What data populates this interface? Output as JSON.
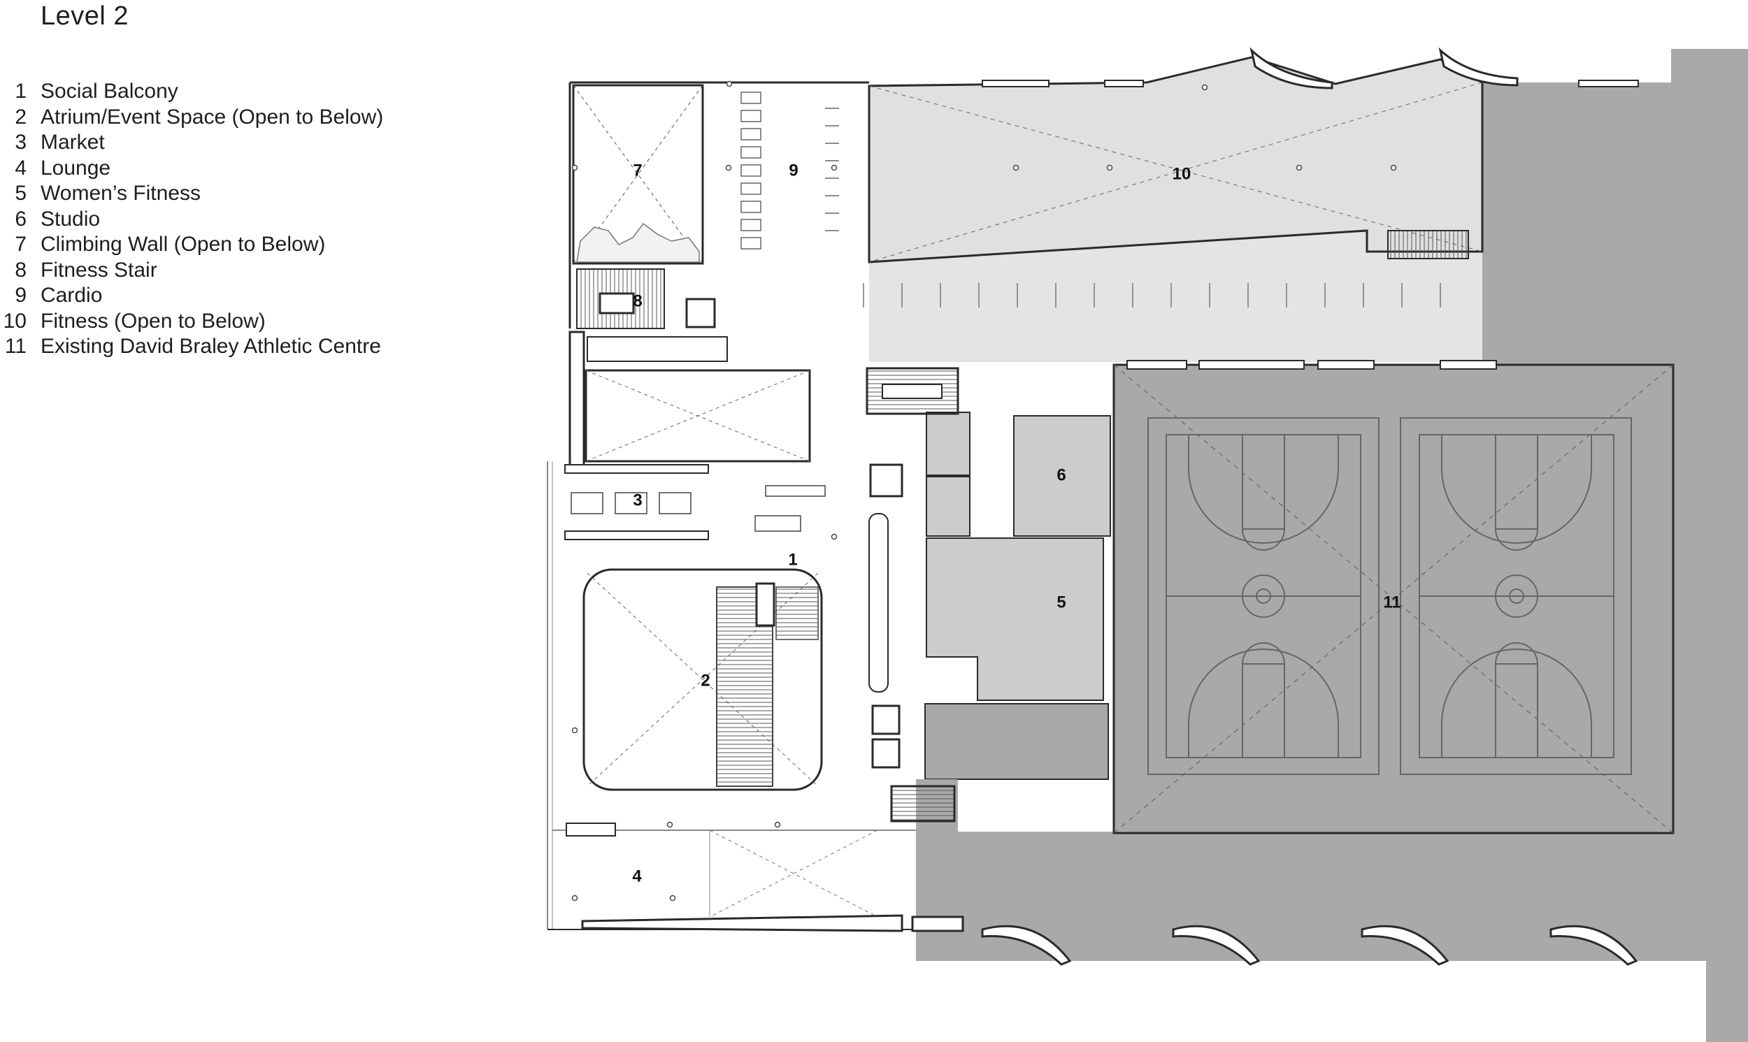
{
  "title": "Level 2",
  "legend": [
    {
      "number": "1",
      "label": "Social Balcony"
    },
    {
      "number": "2",
      "label": "Atrium/Event Space (Open to Below)"
    },
    {
      "number": "3",
      "label": "Market"
    },
    {
      "number": "4",
      "label": "Lounge"
    },
    {
      "number": "5",
      "label": "Women’s Fitness"
    },
    {
      "number": "6",
      "label": "Studio"
    },
    {
      "number": "7",
      "label": "Climbing Wall (Open to Below)"
    },
    {
      "number": "8",
      "label": "Fitness Stair"
    },
    {
      "number": "9",
      "label": "Cardio"
    },
    {
      "number": "10",
      "label": "Fitness (Open to Below)"
    },
    {
      "number": "11",
      "label": "Existing David Braley Athletic Centre"
    }
  ],
  "plan": {
    "labels": [
      "1",
      "2",
      "3",
      "4",
      "5",
      "6",
      "7",
      "8",
      "9",
      "10",
      "11"
    ]
  },
  "colors": {
    "existing_building": "#a9a9a9",
    "fitness_open": "#e4e4e4",
    "studio_rooms": "#cccccc",
    "walls": "#2a2a2a",
    "background": "#ffffff"
  }
}
